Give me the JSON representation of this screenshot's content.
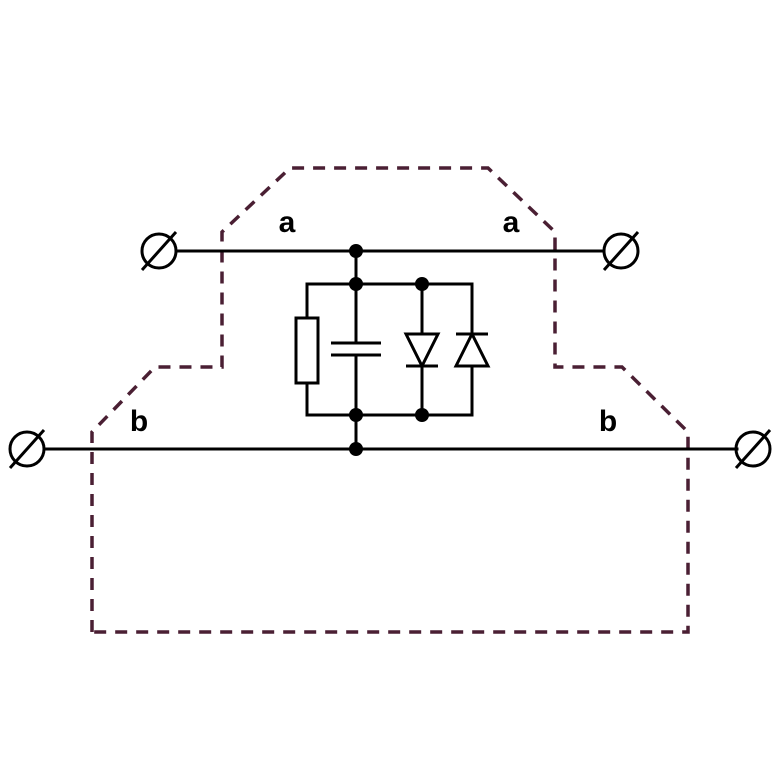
{
  "diagram": {
    "labels": {
      "a_left": "a",
      "a_right": "a",
      "b_left": "b",
      "b_right": "b"
    },
    "components": [
      "resistor",
      "capacitor",
      "diode",
      "diode"
    ],
    "colors": {
      "outline": "#4a1f33",
      "wire": "#000000",
      "background": "#ffffff"
    }
  }
}
